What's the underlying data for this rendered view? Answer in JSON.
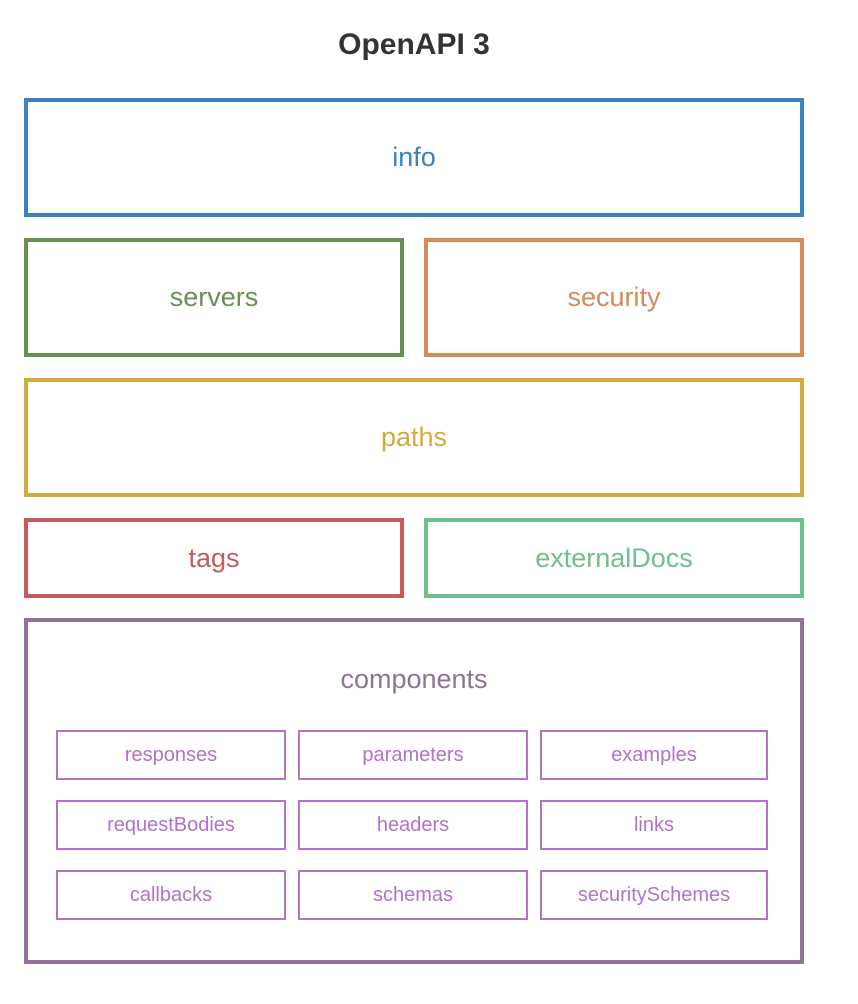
{
  "title": "OpenAPI 3",
  "sections": {
    "info": {
      "label": "info",
      "color": "#3a82c0"
    },
    "servers": {
      "label": "servers",
      "color": "#6a8f55"
    },
    "security": {
      "label": "security",
      "color": "#d48b5c"
    },
    "paths": {
      "label": "paths",
      "color": "#d4ab3a"
    },
    "tags": {
      "label": "tags",
      "color": "#c85a5a"
    },
    "externalDocs": {
      "label": "externalDocs",
      "color": "#6fbf8f"
    },
    "components": {
      "label": "components",
      "color": "#8f7397",
      "item_color": "#b272c8",
      "items": [
        "responses",
        "parameters",
        "examples",
        "requestBodies",
        "headers",
        "links",
        "callbacks",
        "schemas",
        "securitySchemes"
      ]
    }
  }
}
